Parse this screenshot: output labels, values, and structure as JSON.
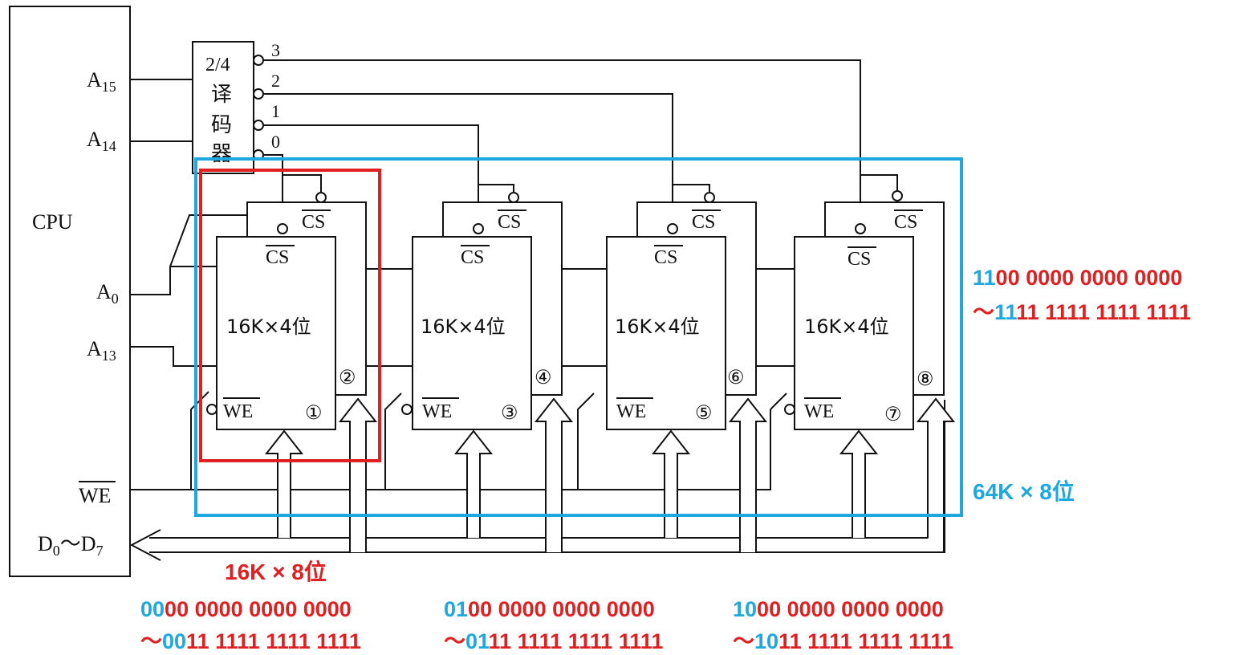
{
  "cpu": {
    "label": "CPU",
    "pins": {
      "a15": {
        "base": "A",
        "sub": "15"
      },
      "a14": {
        "base": "A",
        "sub": "14"
      },
      "a0": {
        "base": "A",
        "sub": "0"
      },
      "a13": {
        "base": "A",
        "sub": "13"
      },
      "we": "WE",
      "data": {
        "d": "D",
        "sub0": "0",
        "tilde": "～",
        "d2": "D",
        "sub1": "7"
      }
    }
  },
  "decoder": {
    "line1": "2/4",
    "line2": "译",
    "line3": "码",
    "line4": "器",
    "outputs": [
      "3",
      "2",
      "1",
      "0"
    ]
  },
  "chip": {
    "cs": "CS",
    "we": "WE",
    "capacity": "16K×4位",
    "numbers": [
      "①",
      "②",
      "③",
      "④",
      "⑤",
      "⑥",
      "⑦",
      "⑧"
    ]
  },
  "labels": {
    "group_red": "16K × 8位",
    "group_blue": "64K × 8位"
  },
  "ranges": [
    {
      "start_prefix": "00",
      "start_rest": "00 0000 0000 0000",
      "end_tilde": "～",
      "end_prefix": "00",
      "end_rest": "11 1111 1111 1111"
    },
    {
      "start_prefix": "01",
      "start_rest": "00 0000 0000 0000",
      "end_tilde": "～",
      "end_prefix": "01",
      "end_rest": "11 1111 1111 1111"
    },
    {
      "start_prefix": "10",
      "start_rest": "00 0000 0000 0000",
      "end_tilde": "～",
      "end_prefix": "10",
      "end_rest": "11 1111 1111 1111"
    },
    {
      "start_prefix": "11",
      "start_rest": "00 0000 0000 0000",
      "end_tilde": "～",
      "end_prefix": "11",
      "end_rest": "11 1111 1111 1111"
    }
  ],
  "colors": {
    "prefix": "#1fa7e0",
    "rest": "#e02020",
    "blue_box": "#1fa7e0",
    "red_box": "#e02020"
  }
}
